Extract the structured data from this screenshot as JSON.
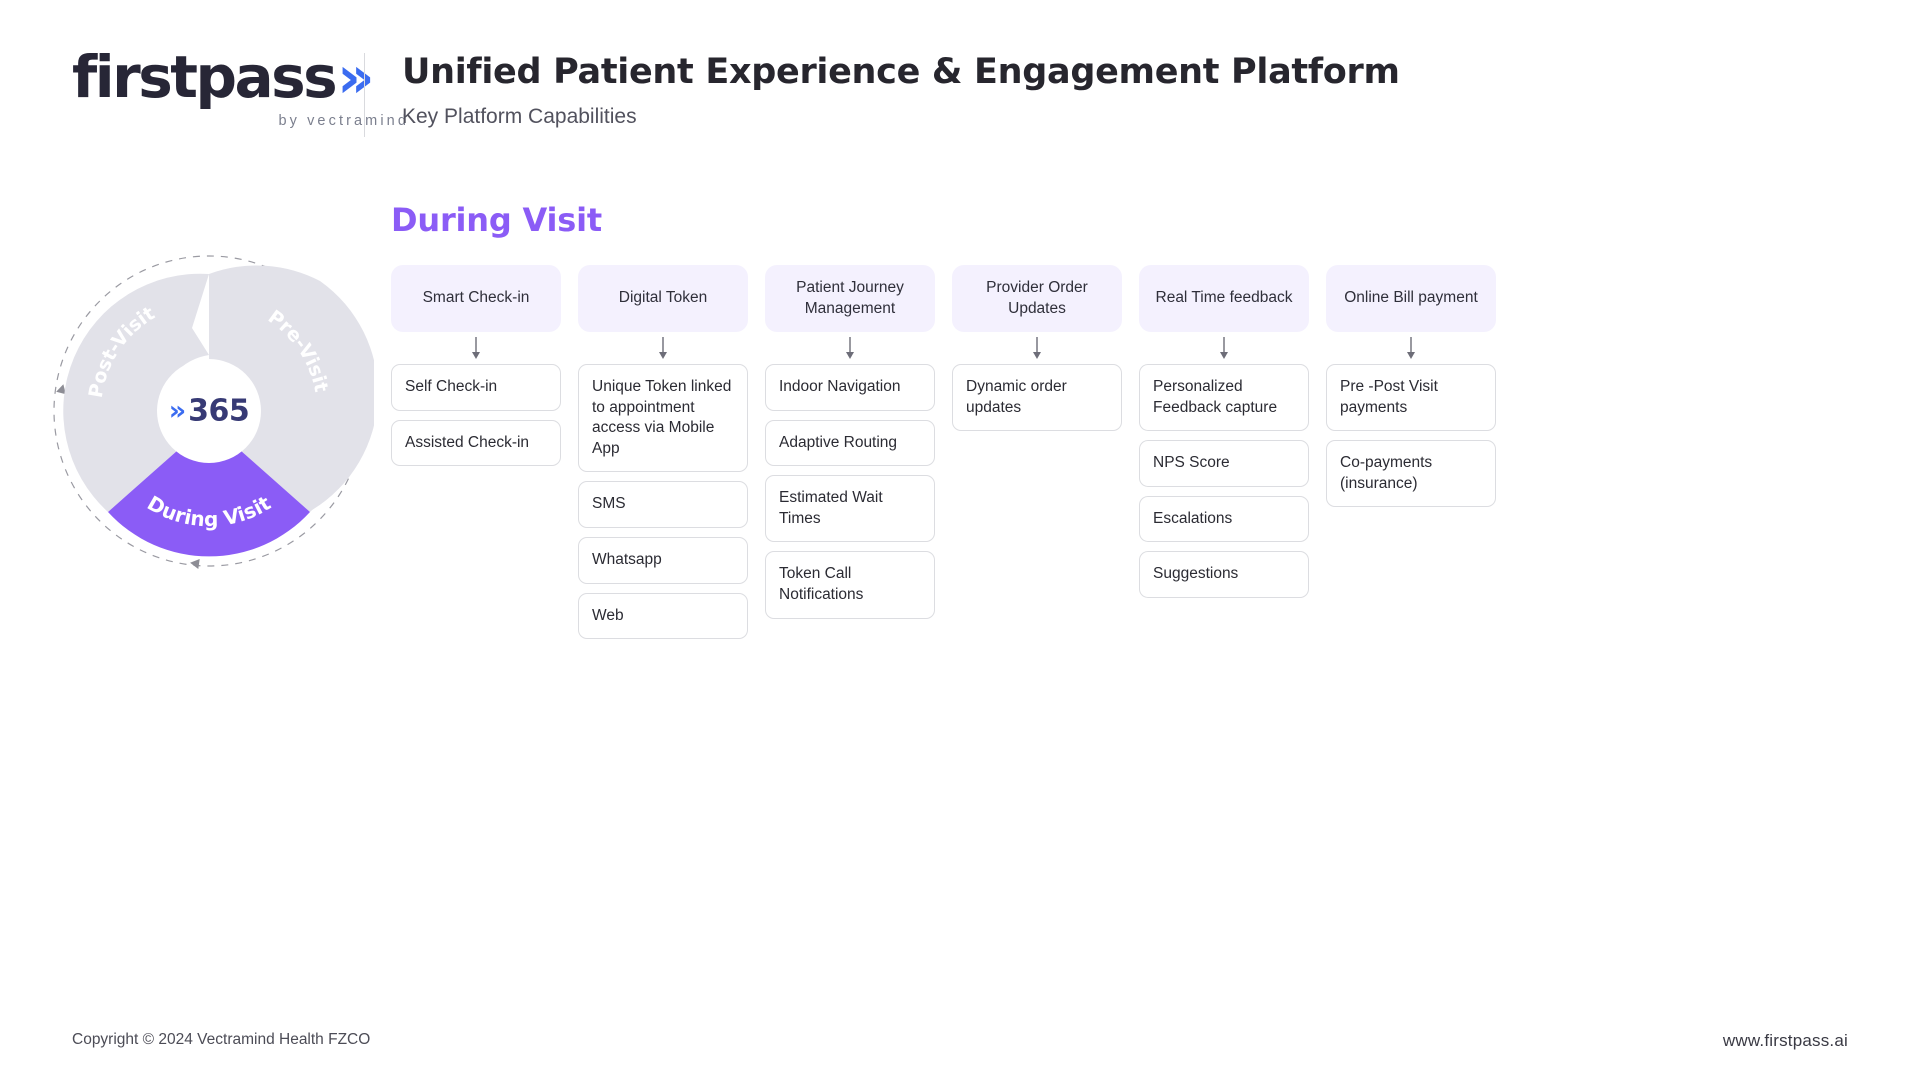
{
  "brand": {
    "wordmark": "firstpass",
    "chevron_icon": "»",
    "tagline": "by vectramind",
    "logo_chevron_color": "#3b6cf0",
    "wordmark_color": "#272636"
  },
  "header": {
    "title": "Unified Patient Experience & Engagement Platform",
    "subtitle": "Key Platform Capabilities"
  },
  "wheel": {
    "center_chevron_icon": "»",
    "center_value": "365",
    "segments": [
      {
        "label": "Pre-Visit",
        "color": "#e2e2e9",
        "active": false
      },
      {
        "label": "During Visit",
        "color": "#8b5cf6",
        "active": true
      },
      {
        "label": "Post-Visit",
        "color": "#e2e2e9",
        "active": false
      }
    ],
    "active_color": "#8b5cf6",
    "inactive_color": "#e2e2e9",
    "ring_style": "dashed"
  },
  "stage": {
    "heading": "During Visit",
    "heading_color": "#8b5cf6"
  },
  "columns": [
    {
      "header": "Smart Check-in",
      "items": [
        "Self Check-in",
        "Assisted Check-in"
      ]
    },
    {
      "header": "Digital Token",
      "items": [
        "Unique Token linked to appointment access via Mobile App",
        "SMS",
        "Whatsapp",
        "Web"
      ]
    },
    {
      "header": "Patient Journey Management",
      "items": [
        "Indoor Navigation",
        "Adaptive Routing",
        "Estimated Wait Times",
        "Token Call Notifications"
      ]
    },
    {
      "header": "Provider Order Updates",
      "items": [
        "Dynamic order updates"
      ]
    },
    {
      "header": "Real Time feedback",
      "items": [
        "Personalized Feedback capture",
        "NPS Score",
        "Escalations",
        "Suggestions"
      ]
    },
    {
      "header": "Online Bill payment",
      "items": [
        "Pre -Post Visit payments",
        "Co-payments (insurance)"
      ]
    }
  ],
  "footer": {
    "copyright": "Copyright © 2024 Vectramind Health FZCO",
    "website": "www.firstpass.ai"
  }
}
